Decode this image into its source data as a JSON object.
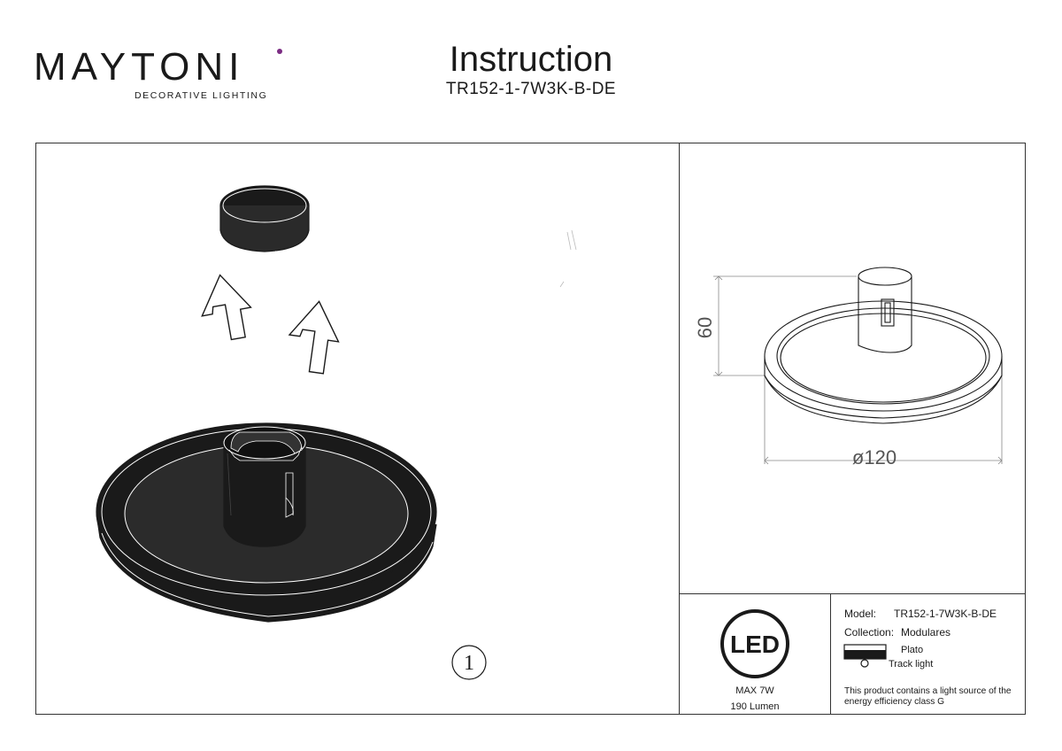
{
  "header": {
    "brand": "MAYTONI",
    "brand_tagline": "DECORATIVE LIGHTING",
    "title": "Instruction",
    "sku": "TR152-1-7W3K-B-DE"
  },
  "step": {
    "number": "1"
  },
  "dimensions": {
    "height_label": "60",
    "diameter_label": "ø120"
  },
  "led": {
    "badge_text": "LED",
    "max_power": "MAX 7W",
    "lumen": "190 Lumen"
  },
  "specs": {
    "model_label": "Model:",
    "model_value": "TR152-1-7W3K-B-DE",
    "collection_label": "Collection:",
    "collection_value": "Modulares",
    "family_value": "Plato",
    "type_value": "Track light",
    "energy_note": "This product contains a light source of the energy efficiency class G"
  },
  "colors": {
    "ink": "#1a1a1a",
    "brand_dot": "#7b2c83"
  }
}
